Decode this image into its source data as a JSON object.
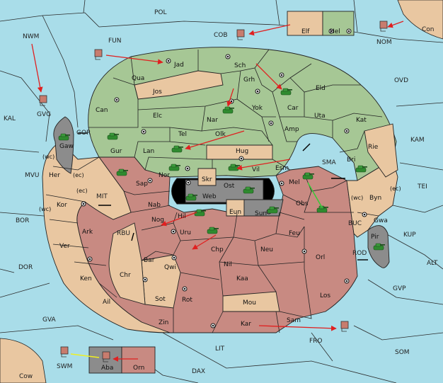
{
  "colors": {
    "sea": "#a9dde9",
    "green": "#a6c795",
    "tan": "#e9c7a1",
    "rose": "#c88a82",
    "grey": "#8c8c8c",
    "black": "#000000",
    "arrow_red": "#e02020",
    "arrow_green": "#38c838",
    "arrow_yellow": "#f0f020",
    "tank": "#2f8a2f",
    "flag": "#c87c6e"
  },
  "sea_labels": {
    "pol": "POL",
    "nwm": "NWM",
    "fun": "FUN",
    "cob": "COB",
    "nom": "NOM",
    "con": "Con",
    "ovd": "OVD",
    "kal": "KAL",
    "gvg": "GVG",
    "gor": "GOR",
    "kam": "KAM",
    "mvu": "MVU",
    "wc1": "(wc)",
    "ec1": "(ec)",
    "sma": "SMA",
    "tei": "TEI",
    "mit": "MIT",
    "bor": "BOR",
    "wc2": "(wc)",
    "ec2": "(ec)",
    "wc3": "(wc)",
    "ec3": "(ec)",
    "rbu": "RBU",
    "buc": "BUC",
    "kup": "KUP",
    "dor": "DOR",
    "rod": "ROD",
    "alt": "ALT",
    "gvp": "GVP",
    "gva": "GVA",
    "fro": "FRO",
    "lit": "LIT",
    "swm": "SWM",
    "som": "SOM",
    "dax": "DAX",
    "cow": "Cow"
  },
  "land_labels": {
    "elf": "Elf",
    "hel": "Hel",
    "jad": "Jad",
    "sch": "Sch",
    "qua": "Qua",
    "jos": "Jos",
    "grh": "Grh",
    "eld": "Eld",
    "can": "Can",
    "nar": "Nar",
    "yok": "Yok",
    "car": "Car",
    "uta": "Uta",
    "elc": "Elc",
    "kat": "Kat",
    "tel": "Tel",
    "olk": "Olk",
    "amp": "Amp",
    "gaw": "Gaw",
    "gur": "Gur",
    "lan": "Lan",
    "hug": "Hug",
    "rie": "Rie",
    "vil": "Vil",
    "esm": "Esm",
    "bri": "Bri",
    "her": "Her",
    "nor": "Nor",
    "skr": "Skr",
    "sap": "Sap",
    "ost": "Ost",
    "mel": "Mel",
    "web": "Web",
    "byn": "Byn",
    "kor": "Kor",
    "nab": "Nab",
    "obs": "Obs",
    "eun": "Eun",
    "sun": "Sun",
    "gwa": "Gwa",
    "nog": "Nog",
    "hil": "Hil",
    "ark": "Ark",
    "pir": "Pir",
    "uru": "Uru",
    "feu": "Feu",
    "ver": "Ver",
    "chp": "Chp",
    "neu": "Neu",
    "bar": "Bar",
    "orl": "Orl",
    "qwi": "Qwi",
    "nil": "Nil",
    "ken": "Ken",
    "chr": "Chr",
    "kaa": "Kaa",
    "los": "Los",
    "ail": "Ail",
    "sot": "Sot",
    "rot": "Rot",
    "mou": "Mou",
    "zin": "Zin",
    "kar": "Kar",
    "sam": "Sam",
    "aba": "Aba",
    "orn": "Orn"
  },
  "icons": [
    "tank-icon",
    "flag-icon",
    "supply-center-icon",
    "double-arrow-icon"
  ]
}
